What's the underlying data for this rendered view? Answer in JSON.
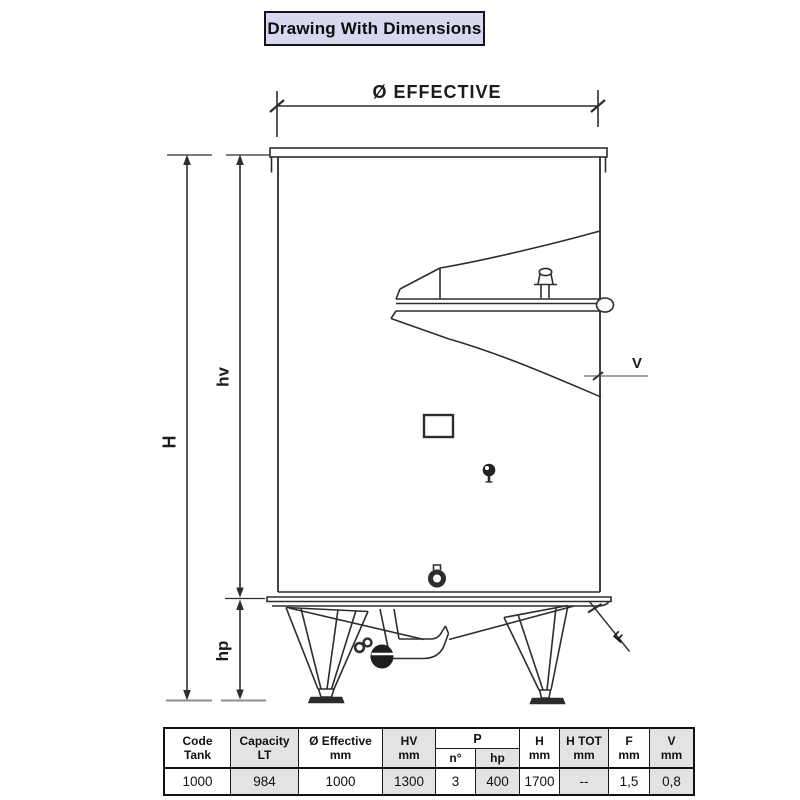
{
  "title_box": {
    "label": "Drawing With Dimensions"
  },
  "colors": {
    "title_background": "#d7d7f0",
    "drawing_line": "#2d2d2d",
    "table_shaded_column": "#e3e3e3",
    "table_border": "#111111"
  },
  "drawing": {
    "labels": {
      "effective_diameter": "Ø EFFECTIVE",
      "total_height": "H",
      "vessel_height": "hv",
      "leg_height": "hp",
      "wall_thickness": "V",
      "bottom_thickness": "F"
    }
  },
  "table": {
    "headers": {
      "code": "Code\nTank",
      "capacity": "Capacity\nLT",
      "effective": "Ø Effective\nmm",
      "hv": "HV\nmm",
      "p_group": "P",
      "p_n": "n°",
      "p_hp": "hp",
      "h": "H\nmm",
      "h_tot": "H TOT\nmm",
      "f": "F\nmm",
      "v": "V\nmm"
    },
    "row": {
      "code": "1000",
      "capacity": "984",
      "effective": "1000",
      "hv": "1300",
      "p_n": "3",
      "p_hp": "400",
      "h": "1700",
      "h_tot": "--",
      "f": "1,5",
      "v": "0,8"
    }
  }
}
